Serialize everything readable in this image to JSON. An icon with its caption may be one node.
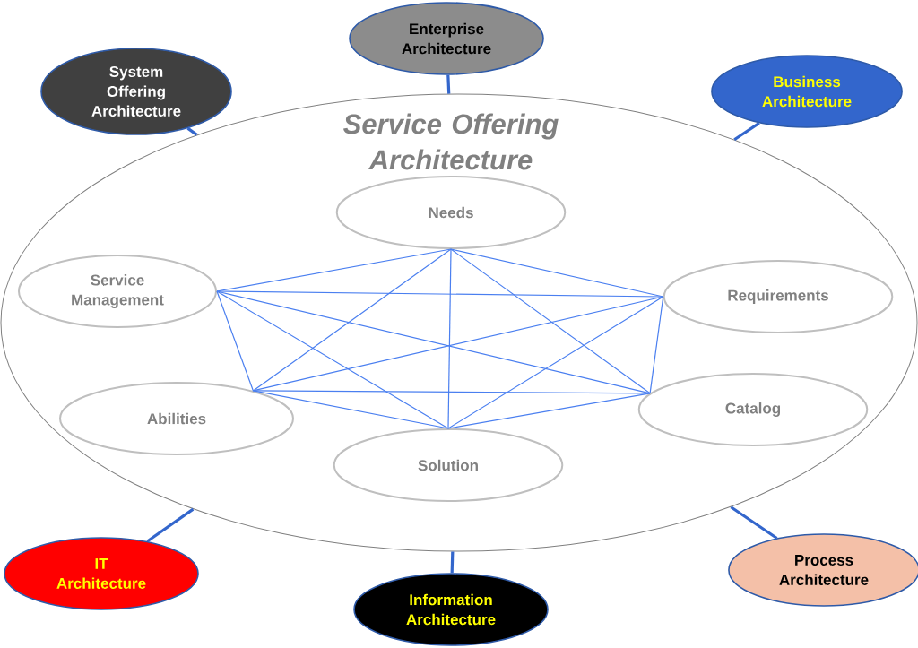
{
  "diagram": {
    "nodes": [
      {
        "text": [
          "Service Offering Architecture"
        ]
      },
      {
        "text": [
          "Needs"
        ],
        "in": 0
      },
      {
        "text": [
          "Service Management"
        ],
        "in": 0
      },
      {
        "text": [
          "Requirements"
        ],
        "in": 0
      },
      {
        "text": [
          "Abilities"
        ],
        "in": 0
      },
      {
        "text": [
          "Catalog"
        ],
        "in": 0
      },
      {
        "text": [
          "Solution"
        ],
        "in": 0
      },
      {
        "text": [
          "Enterprise Architecture"
        ]
      },
      {
        "text": [
          "System Offering Architecture"
        ]
      },
      {
        "text": [
          "Business Architecture"
        ]
      },
      {
        "text": [
          "IT Architecture"
        ]
      },
      {
        "text": [
          "Information Architecture"
        ]
      },
      {
        "text": [
          "Process Architecture"
        ]
      }
    ],
    "edges": [
      {
        "from": 1,
        "to": 2,
        "arrow": "none"
      },
      {
        "from": 1,
        "to": 3,
        "arrow": "none"
      },
      {
        "from": 1,
        "to": 4,
        "arrow": "none"
      },
      {
        "from": 1,
        "to": 5,
        "arrow": "none"
      },
      {
        "from": 1,
        "to": 6,
        "arrow": "none"
      },
      {
        "from": 2,
        "to": 3,
        "arrow": "none"
      },
      {
        "from": 2,
        "to": 4,
        "arrow": "none"
      },
      {
        "from": 2,
        "to": 5,
        "arrow": "none"
      },
      {
        "from": 2,
        "to": 6,
        "arrow": "none"
      },
      {
        "from": 3,
        "to": 4,
        "arrow": "none"
      },
      {
        "from": 3,
        "to": 5,
        "arrow": "none"
      },
      {
        "from": 3,
        "to": 6,
        "arrow": "none"
      },
      {
        "from": 4,
        "to": 5,
        "arrow": "none"
      },
      {
        "from": 4,
        "to": 6,
        "arrow": "none"
      },
      {
        "from": 5,
        "to": 6,
        "arrow": "none"
      },
      {
        "from": 0,
        "to": 7,
        "arrow": "none",
        "style": "thick"
      },
      {
        "from": 0,
        "to": 8,
        "arrow": "none",
        "style": "thick"
      },
      {
        "from": 0,
        "to": 9,
        "arrow": "none",
        "style": "thick"
      },
      {
        "from": 0,
        "to": 10,
        "arrow": "none",
        "style": "thick"
      },
      {
        "from": 0,
        "to": 11,
        "arrow": "none",
        "style": "thick"
      },
      {
        "from": 0,
        "to": 12,
        "arrow": "none",
        "style": "thick"
      }
    ]
  }
}
